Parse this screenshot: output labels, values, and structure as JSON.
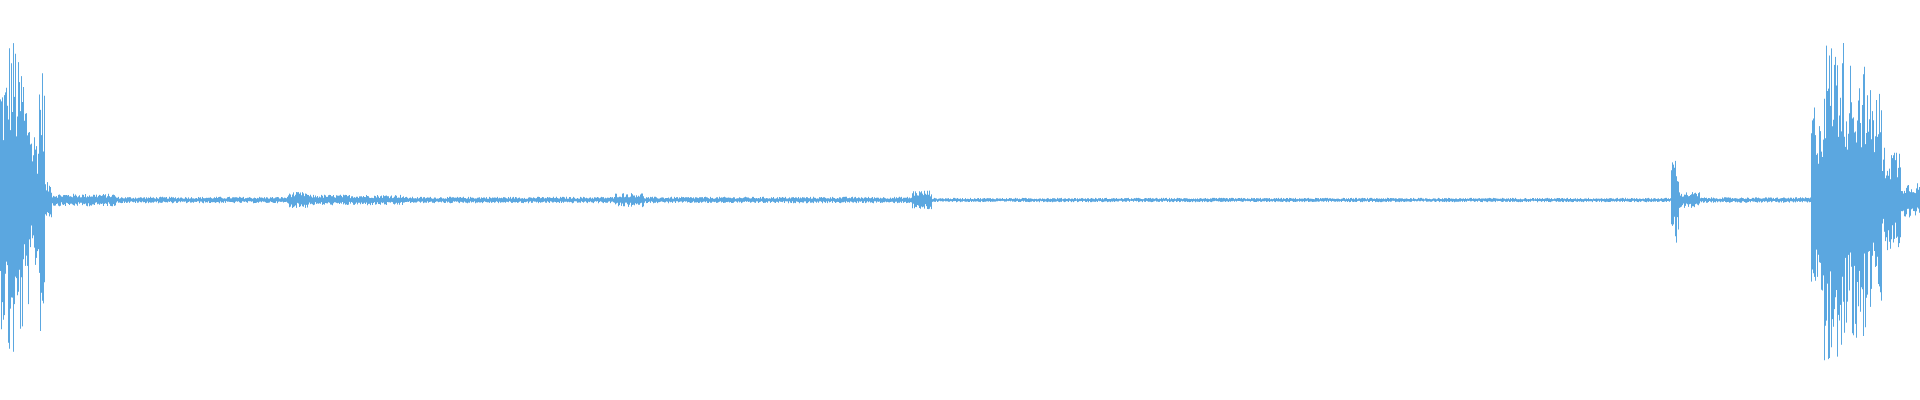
{
  "waveform": {
    "color": "#5BA7E0",
    "background": "#ffffff",
    "normalized_level": 1.0,
    "segments": [
      {
        "start": 0.0,
        "end": 0.004,
        "amp": 0.72
      },
      {
        "start": 0.004,
        "end": 0.008,
        "amp": 0.92
      },
      {
        "start": 0.008,
        "end": 0.012,
        "amp": 0.78
      },
      {
        "start": 0.012,
        "end": 0.016,
        "amp": 0.6
      },
      {
        "start": 0.016,
        "end": 0.02,
        "amp": 0.4
      },
      {
        "start": 0.02,
        "end": 0.023,
        "amp": 0.75
      },
      {
        "start": 0.023,
        "end": 0.027,
        "amp": 0.1
      },
      {
        "start": 0.027,
        "end": 0.06,
        "amp": 0.035
      },
      {
        "start": 0.06,
        "end": 0.15,
        "amp": 0.018
      },
      {
        "start": 0.15,
        "end": 0.16,
        "amp": 0.045
      },
      {
        "start": 0.16,
        "end": 0.21,
        "amp": 0.03
      },
      {
        "start": 0.21,
        "end": 0.32,
        "amp": 0.018
      },
      {
        "start": 0.32,
        "end": 0.335,
        "amp": 0.04
      },
      {
        "start": 0.335,
        "end": 0.475,
        "amp": 0.018
      },
      {
        "start": 0.475,
        "end": 0.485,
        "amp": 0.055
      },
      {
        "start": 0.485,
        "end": 0.87,
        "amp": 0.012
      },
      {
        "start": 0.87,
        "end": 0.874,
        "amp": 0.25
      },
      {
        "start": 0.874,
        "end": 0.885,
        "amp": 0.045
      },
      {
        "start": 0.885,
        "end": 0.943,
        "amp": 0.015
      },
      {
        "start": 0.943,
        "end": 0.95,
        "amp": 0.55
      },
      {
        "start": 0.95,
        "end": 0.96,
        "amp": 0.9
      },
      {
        "start": 0.96,
        "end": 0.972,
        "amp": 0.78
      },
      {
        "start": 0.972,
        "end": 0.98,
        "amp": 0.62
      },
      {
        "start": 0.98,
        "end": 0.99,
        "amp": 0.3
      },
      {
        "start": 0.99,
        "end": 1.0,
        "amp": 0.1
      }
    ]
  }
}
